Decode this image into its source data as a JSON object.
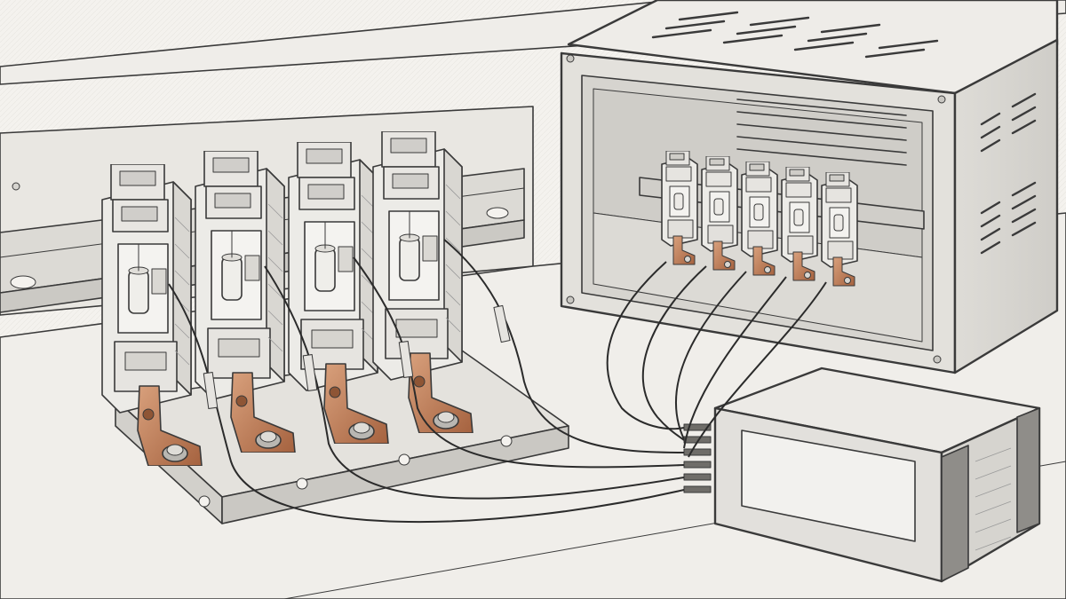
{
  "scene": {
    "background": "#f4f2ee",
    "module_fill": "#ecebe7",
    "metal_fill": "#e2e0dc",
    "copper": "#c2835e",
    "copper_dark": "#9c5f3e",
    "line": "#3a3a3a",
    "icons": [
      "terminal-block-module",
      "din-rail",
      "copper-busbar",
      "enclosure-box",
      "sensor-hub",
      "signal-cable"
    ],
    "large_module_count": 4,
    "small_module_count": 5,
    "cable_count": 9
  }
}
